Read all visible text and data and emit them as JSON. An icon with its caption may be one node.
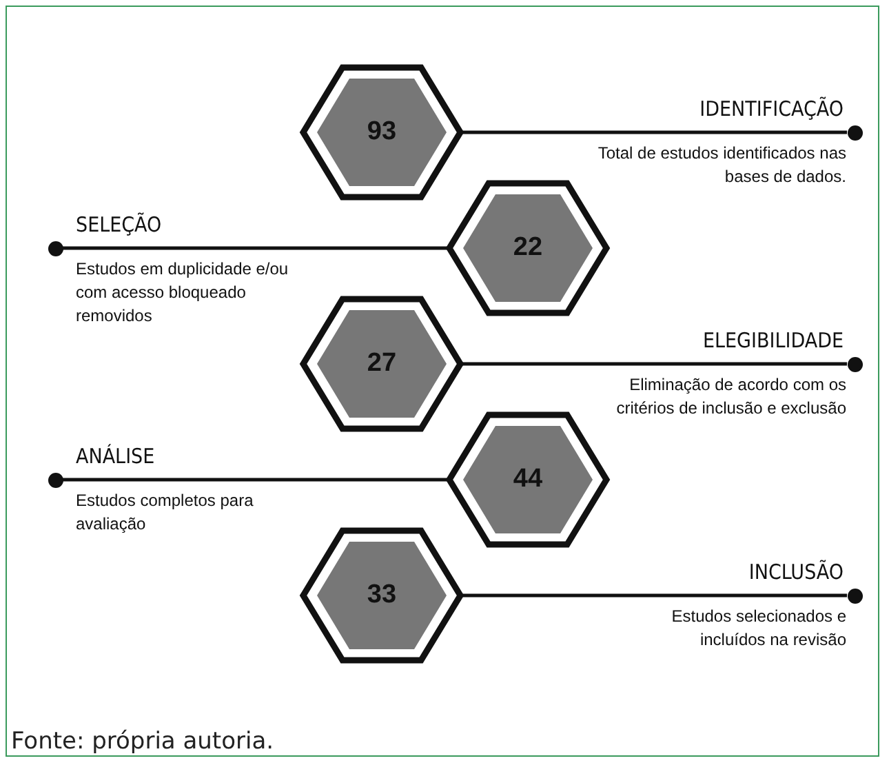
{
  "diagram": {
    "caption": "Fonte: própria autoria.",
    "nodes": [
      {
        "text": [
          "93"
        ]
      },
      {
        "text": [
          "22"
        ]
      },
      {
        "text": [
          "27"
        ]
      },
      {
        "text": [
          "44"
        ]
      },
      {
        "text": [
          "33"
        ]
      },
      {
        "text": [],
        "shape": "circle"
      },
      {
        "text": [],
        "shape": "circle"
      },
      {
        "text": [],
        "shape": "circle"
      },
      {
        "text": [],
        "shape": "circle"
      },
      {
        "text": [],
        "shape": "circle"
      }
    ],
    "edges": [
      {
        "from": 0,
        "to": 5,
        "arrow": "none"
      },
      {
        "from": 1,
        "to": 6,
        "arrow": "none"
      },
      {
        "from": 2,
        "to": 7,
        "arrow": "none"
      },
      {
        "from": 3,
        "to": 8,
        "arrow": "none"
      },
      {
        "from": 4,
        "to": 9,
        "arrow": "none"
      }
    ],
    "labels": [
      "IDENTIFICAÇÃO",
      "Total de estudos identificados nas bases de dados.",
      "SELEÇÃO",
      "Estudos em duplicidade e/ou com acesso bloqueado removidos",
      "ELEGIBILIDADE",
      "Eliminação de acordo com os critérios de inclusão e exclusão",
      "ANÁLISE",
      "Estudos completos para avaliação",
      "INCLUSÃO",
      "Estudos selecionados e incluídos na revisão"
    ]
  }
}
